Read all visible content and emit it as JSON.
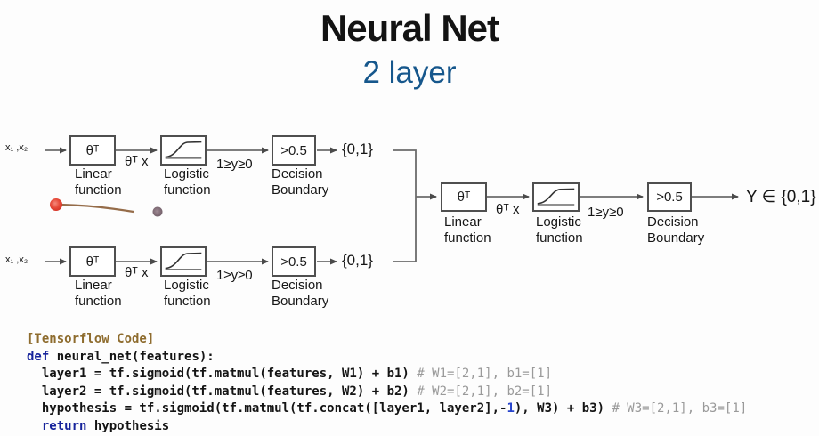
{
  "slide": {
    "title": "Neural Net",
    "subtitle": "2 layer"
  },
  "colors": {
    "subtitle_blue": "#16578c",
    "keyword_navy": "#16239b",
    "comment_gray": "#9a9a9a",
    "string_brown": "#8e6c2e",
    "number_blue": "#2744cc",
    "laser_red": "#e04434",
    "cursor_gray": "#5d4a55",
    "wire_gray": "#6b6b6b"
  },
  "diagram": {
    "units": [
      {
        "input": "x₁ ,x₂",
        "theta": "θᵀ",
        "linear_caption": [
          "Linear",
          "function"
        ],
        "theta_x": "θᵀ x",
        "logistic_caption": [
          "Logistic",
          "function"
        ],
        "range": "1≥y≥0",
        "threshold": ">0.5",
        "decision_caption": [
          "Decision",
          "Boundary"
        ],
        "output": "{0,1}"
      },
      {
        "input": "x₁ ,x₂",
        "theta": "θᵀ",
        "linear_caption": [
          "Linear",
          "function"
        ],
        "theta_x": "θᵀ x",
        "logistic_caption": [
          "Logistic",
          "function"
        ],
        "range": "1≥y≥0",
        "threshold": ">0.5",
        "decision_caption": [
          "Decision",
          "Boundary"
        ],
        "output": "{0,1}"
      },
      {
        "theta": "θᵀ",
        "linear_caption": [
          "Linear",
          "function"
        ],
        "theta_x": "θᵀ x",
        "logistic_caption": [
          "Logistic",
          "function"
        ],
        "range": "1≥y≥0",
        "threshold": ">0.5",
        "decision_caption": [
          "Decision",
          "Boundary"
        ],
        "output": "Y ∈ {0,1}"
      }
    ]
  },
  "code": {
    "lines": [
      {
        "segments": [
          {
            "text": "[Tensorflow Code]"
          }
        ]
      },
      {
        "segments": [
          {
            "text": "def"
          },
          {
            "text": " neural_net(features):"
          }
        ]
      },
      {
        "segments": [
          {
            "text": "  layer1 = tf.sigmoid(tf.matmul(features, W1) + b1) "
          },
          {
            "text": "# W1=[2,1], b1=[1]"
          }
        ]
      },
      {
        "segments": [
          {
            "text": "  layer2 = tf.sigmoid(tf.matmul(features, W2) + b2) "
          },
          {
            "text": "# W2=[2,1], b2=[1]"
          }
        ]
      },
      {
        "segments": [
          {
            "text": "  hypothesis = tf.sigmoid(tf.matmul(tf.concat([layer1, layer2],-"
          },
          {
            "text": "1"
          },
          {
            "text": "), W3) + b3) "
          },
          {
            "text": "# W3=[2,1], b3=[1]"
          }
        ]
      },
      {
        "segments": [
          {
            "text": "  return"
          },
          {
            "text": " hypothesis"
          }
        ]
      }
    ]
  }
}
